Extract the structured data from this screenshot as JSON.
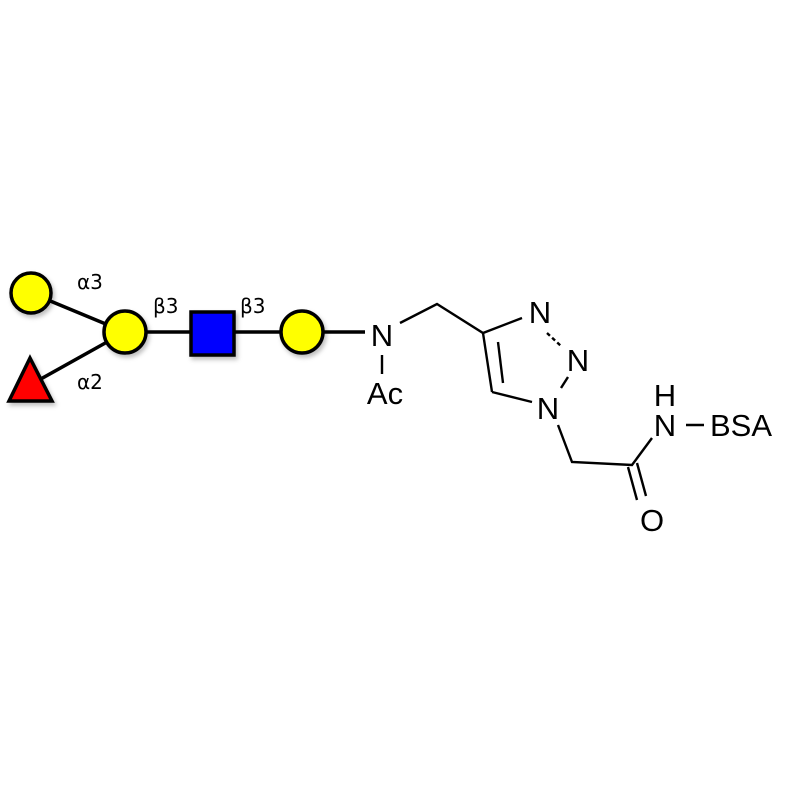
{
  "glycan": {
    "residues": [
      {
        "name": "galactose-terminal",
        "shape": "circle",
        "color": "#ffff00"
      },
      {
        "name": "galactose-branch",
        "shape": "circle",
        "color": "#ffff00"
      },
      {
        "name": "fucose",
        "shape": "triangle",
        "color": "#ff0000"
      },
      {
        "name": "glcnac",
        "shape": "square",
        "color": "#0000ff"
      },
      {
        "name": "galactose-reducing",
        "shape": "circle",
        "color": "#ffff00"
      }
    ],
    "linkages": {
      "gal_alpha3": "α3",
      "fuc_alpha2": "α2",
      "gal_beta3": "β3",
      "glcnac_beta3": "β3"
    }
  },
  "linker": {
    "amine_n": "N",
    "acetyl": "Ac",
    "triazole_n3": "N",
    "triazole_n2": "N",
    "triazole_n1": "N",
    "amide_h": "H",
    "amide_n": "N",
    "carrier": "BSA",
    "carbonyl_o": "O"
  }
}
